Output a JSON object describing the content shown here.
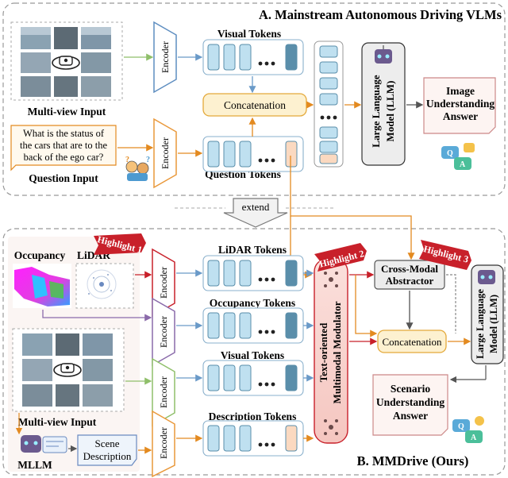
{
  "panel_a": {
    "title": "A. Mainstream Autonomous Driving VLMs",
    "multiview_label": "Multi-view Input",
    "question_text": [
      "What is the status of",
      "the cars that are to the",
      "back of the ego car?"
    ],
    "question_label": "Question Input",
    "encoder_label": "Encoder",
    "visual_tokens": "Visual Tokens",
    "question_tokens": "Question Tokens",
    "concat_label": "Concatenation",
    "llm_label": [
      "Large Language",
      "Model (LLM)"
    ],
    "answer_text": [
      "Image",
      "Understanding",
      "Answer"
    ]
  },
  "extend_label": "extend",
  "panel_b": {
    "title": "B. MMDrive (Ours)",
    "occupancy_label": "Occupancy",
    "lidar_label": "LiDAR",
    "multiview_label": "Multi-view Input",
    "mllm_label": "MLLM",
    "scene_desc": [
      "Scene",
      "Description"
    ],
    "encoder_label": "Encoder",
    "lidar_tokens": "LiDAR Tokens",
    "occupancy_tokens": "Occupancy Tokens",
    "visual_tokens": "Visual Tokens",
    "description_tokens": "Description Tokens",
    "modulator": [
      "Text-oriented",
      "Multimodal Modulator"
    ],
    "abstractor": [
      "Cross-Modal",
      "Abstractor"
    ],
    "concat_label": "Concatenation",
    "llm_label": [
      "Large Language",
      "Model (LLM)"
    ],
    "answer_text": [
      "Scenario",
      "Understanding",
      "Answer"
    ],
    "highlight1": "Highlight 1",
    "highlight2": "Highlight 2",
    "highlight3": "Highlight 3"
  },
  "colors": {
    "token_blue": "#bfe0f0",
    "token_orange": "#fbd9c0",
    "token_dark": "#5a8eaa",
    "concat_fill": "#fdf1d0",
    "concat_stroke": "#e4a93a",
    "encoder_green": "#8fbf6a",
    "encoder_orange": "#e9983a",
    "encoder_purple": "#8a6aaa",
    "encoder_blue": "#5d8dc0",
    "highlight_red": "#c8202a",
    "arrow_orange": "#e38a20"
  }
}
